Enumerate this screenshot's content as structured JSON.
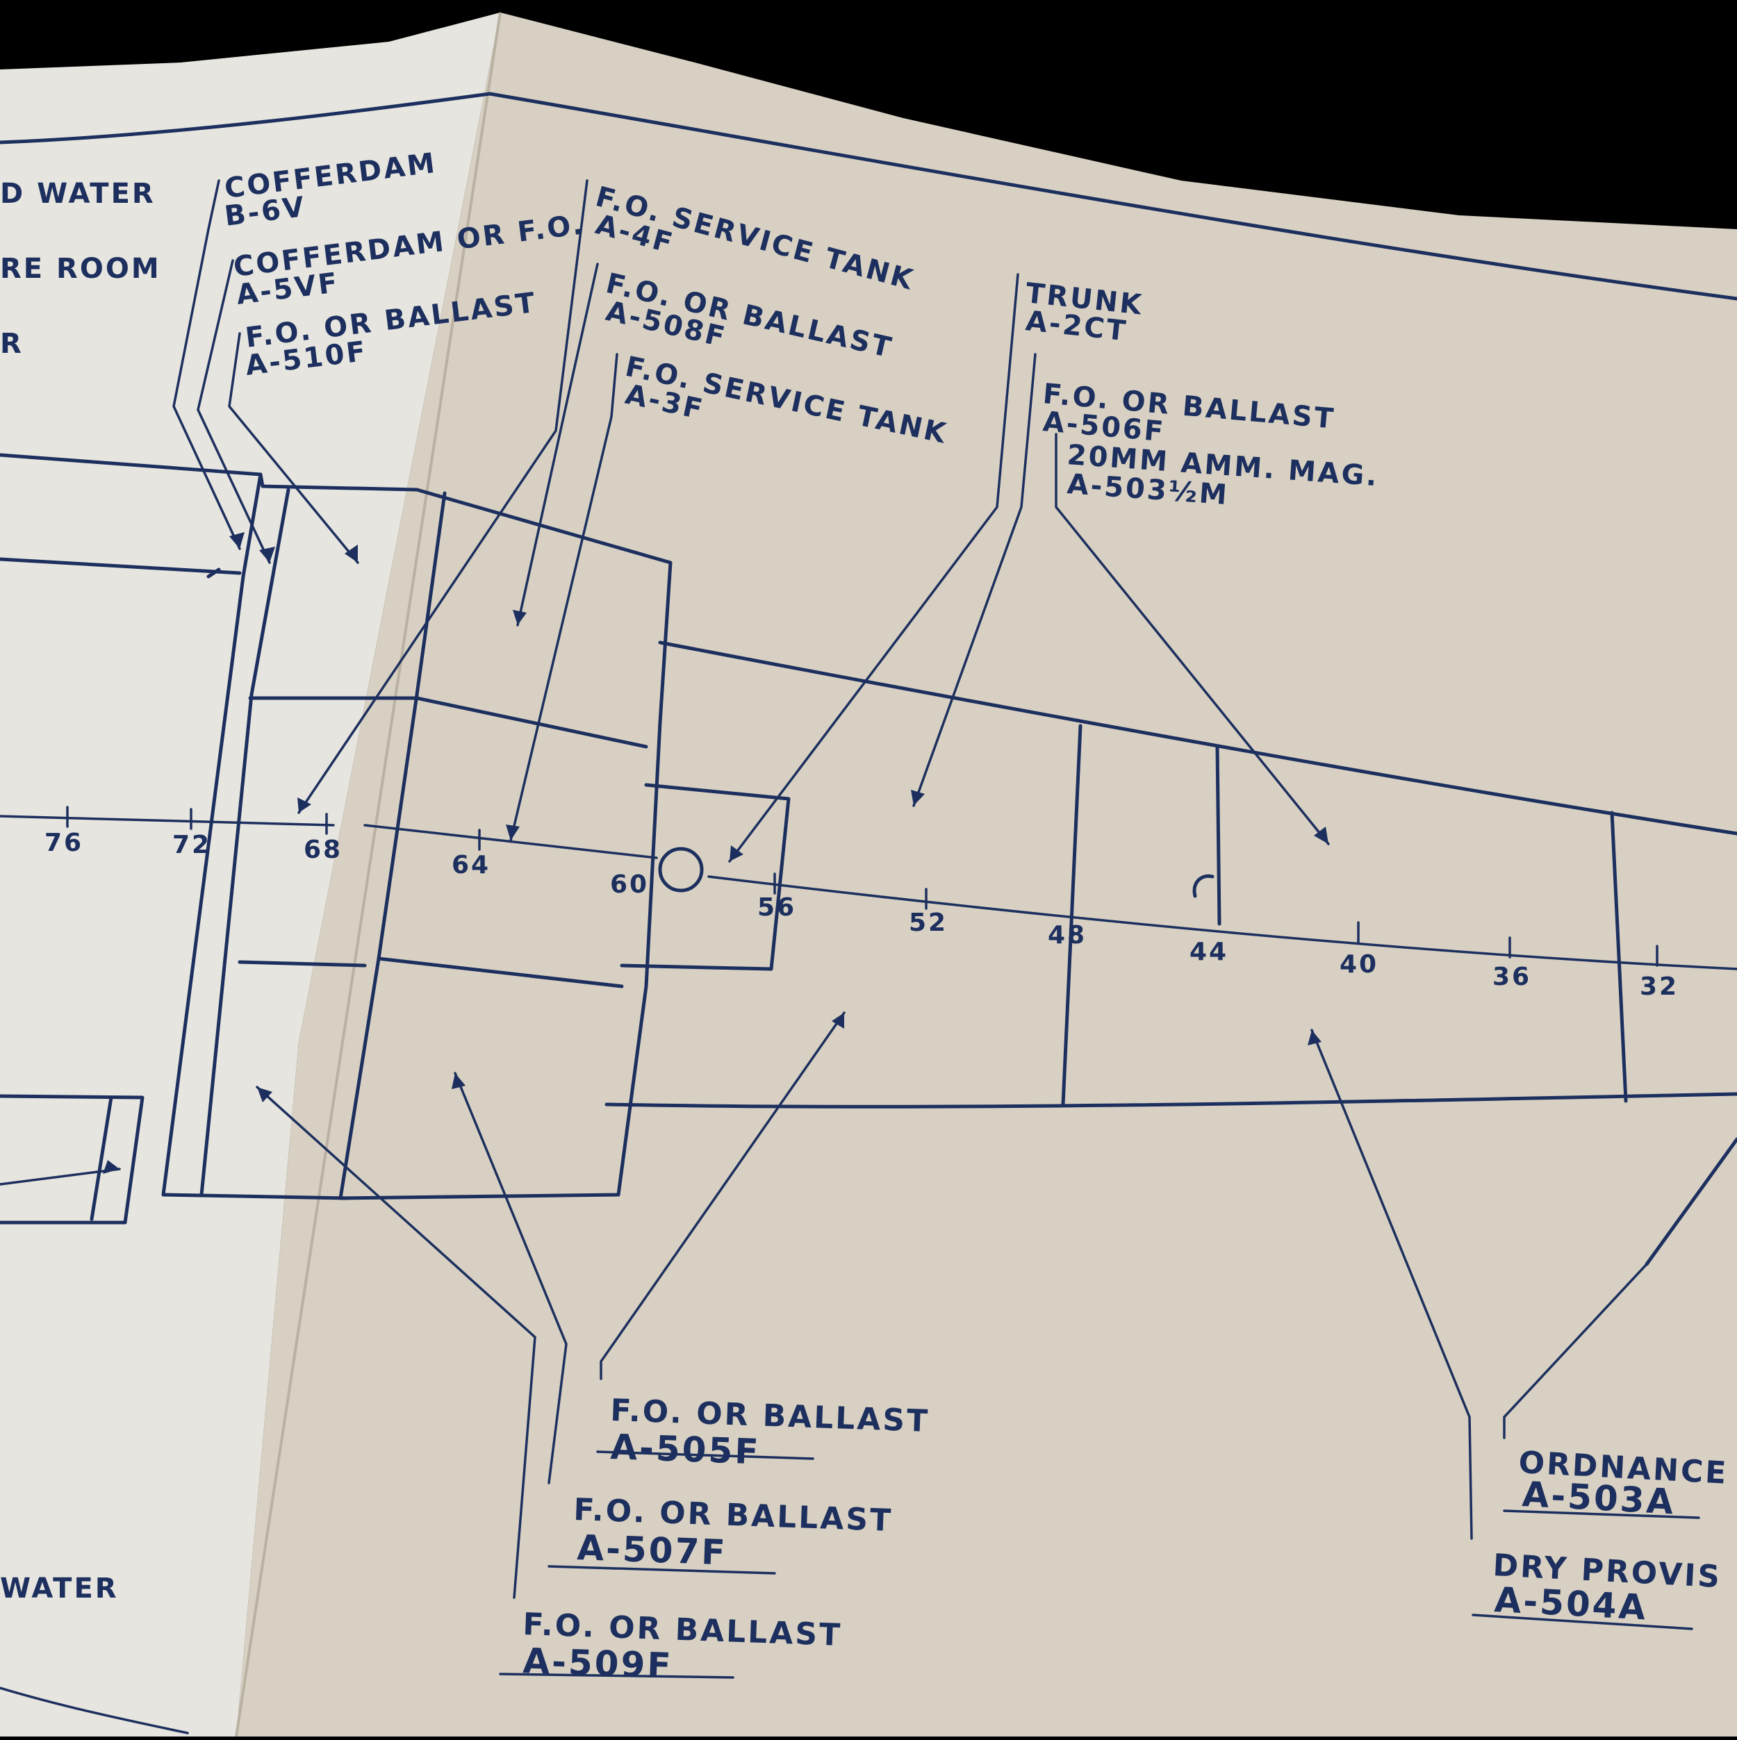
{
  "left_labels": [
    {
      "id": "l1",
      "text": "D WATER"
    },
    {
      "id": "l2",
      "text": "RE ROOM"
    },
    {
      "id": "l3",
      "text": "R"
    },
    {
      "id": "l4",
      "text": "WATER"
    }
  ],
  "compartments": [
    {
      "id": "cofferdam-b6v",
      "name": "COFFERDAM",
      "code": "B-6V"
    },
    {
      "id": "cofferdam-a5vf",
      "name": "COFFERDAM OR F.O.",
      "code": "A-5VF"
    },
    {
      "id": "fo-a510f",
      "name": "F.O. OR BALLAST",
      "code": "A-510F"
    },
    {
      "id": "fo-a4f",
      "name": "F.O. SERVICE TANK",
      "code": "A-4F"
    },
    {
      "id": "fo-a508f",
      "name": "F.O. OR BALLAST",
      "code": "A-508F"
    },
    {
      "id": "fo-a3f",
      "name": "F.O. SERVICE TANK",
      "code": "A-3F"
    },
    {
      "id": "trunk-a2ct",
      "name": "TRUNK",
      "code": "A-2CT"
    },
    {
      "id": "fo-a506f",
      "name": "F.O. OR BALLAST",
      "code": "A-506F"
    },
    {
      "id": "amm-a503m",
      "name": "20MM AMM. MAG.",
      "code": "A-503½M"
    },
    {
      "id": "fo-a505f",
      "name": "F.O. OR BALLAST",
      "code": "A-505F"
    },
    {
      "id": "fo-a507f",
      "name": "F.O. OR BALLAST",
      "code": "A-507F"
    },
    {
      "id": "fo-a509f",
      "name": "F.O. OR BALLAST",
      "code": "A-509F"
    },
    {
      "id": "ord-a503a",
      "name": "ORDNANCE",
      "code": "A-503A"
    },
    {
      "id": "dry-a504a",
      "name": "DRY PROVIS",
      "code": "A-504A"
    }
  ],
  "frames": [
    "76",
    "72",
    "68",
    "64",
    "60",
    "56",
    "52",
    "48",
    "44",
    "40",
    "36",
    "32"
  ],
  "colors": {
    "background": "#000000",
    "paper_left": "#e7e5df",
    "paper_right": "#d8d1c3",
    "ink": "#1c2f5e"
  }
}
